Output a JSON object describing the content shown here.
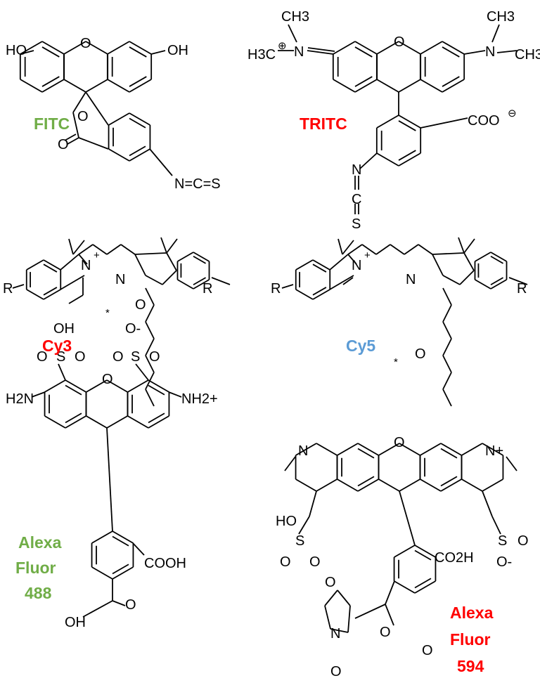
{
  "molecules": [
    {
      "name": [
        "FITC"
      ],
      "color": "#70AD47",
      "atoms": [
        "HO",
        "O",
        "OH",
        "O",
        "O",
        "N=C=S"
      ]
    },
    {
      "name": [
        "TRITC"
      ],
      "color": "#FF0000",
      "atoms": [
        "CH3",
        "⊕",
        "N",
        "H3C",
        "O",
        "N",
        "CH3",
        "CH3",
        "COO",
        "⊖",
        "N",
        "C",
        "S"
      ]
    },
    {
      "name": [
        "Cy3"
      ],
      "color": "#FF0000",
      "atoms": [
        "R",
        "N",
        "+",
        "N",
        "R",
        "O",
        "*"
      ]
    },
    {
      "name": [
        "Cy5"
      ],
      "color": "#5B9BD5",
      "atoms": [
        "R",
        "N",
        "+",
        "N",
        "R",
        "O",
        "*"
      ]
    },
    {
      "name": [
        "Alexa",
        "Fluor",
        "488"
      ],
      "color": "#70AD47",
      "atoms": [
        "OH",
        "O",
        "S",
        "O",
        "O-",
        "O",
        "S",
        "O",
        "H2N",
        "NH2+",
        "O",
        "COOH",
        "OH",
        "O"
      ]
    },
    {
      "name": [
        "Alexa",
        "Fluor",
        "594"
      ],
      "color": "#FF0000",
      "atoms": [
        "N",
        "O",
        "N+",
        "HO",
        "S",
        "O",
        "O",
        "S",
        "O",
        "O-",
        "CO2H",
        "O",
        "N",
        "O",
        "O",
        "O"
      ]
    }
  ]
}
